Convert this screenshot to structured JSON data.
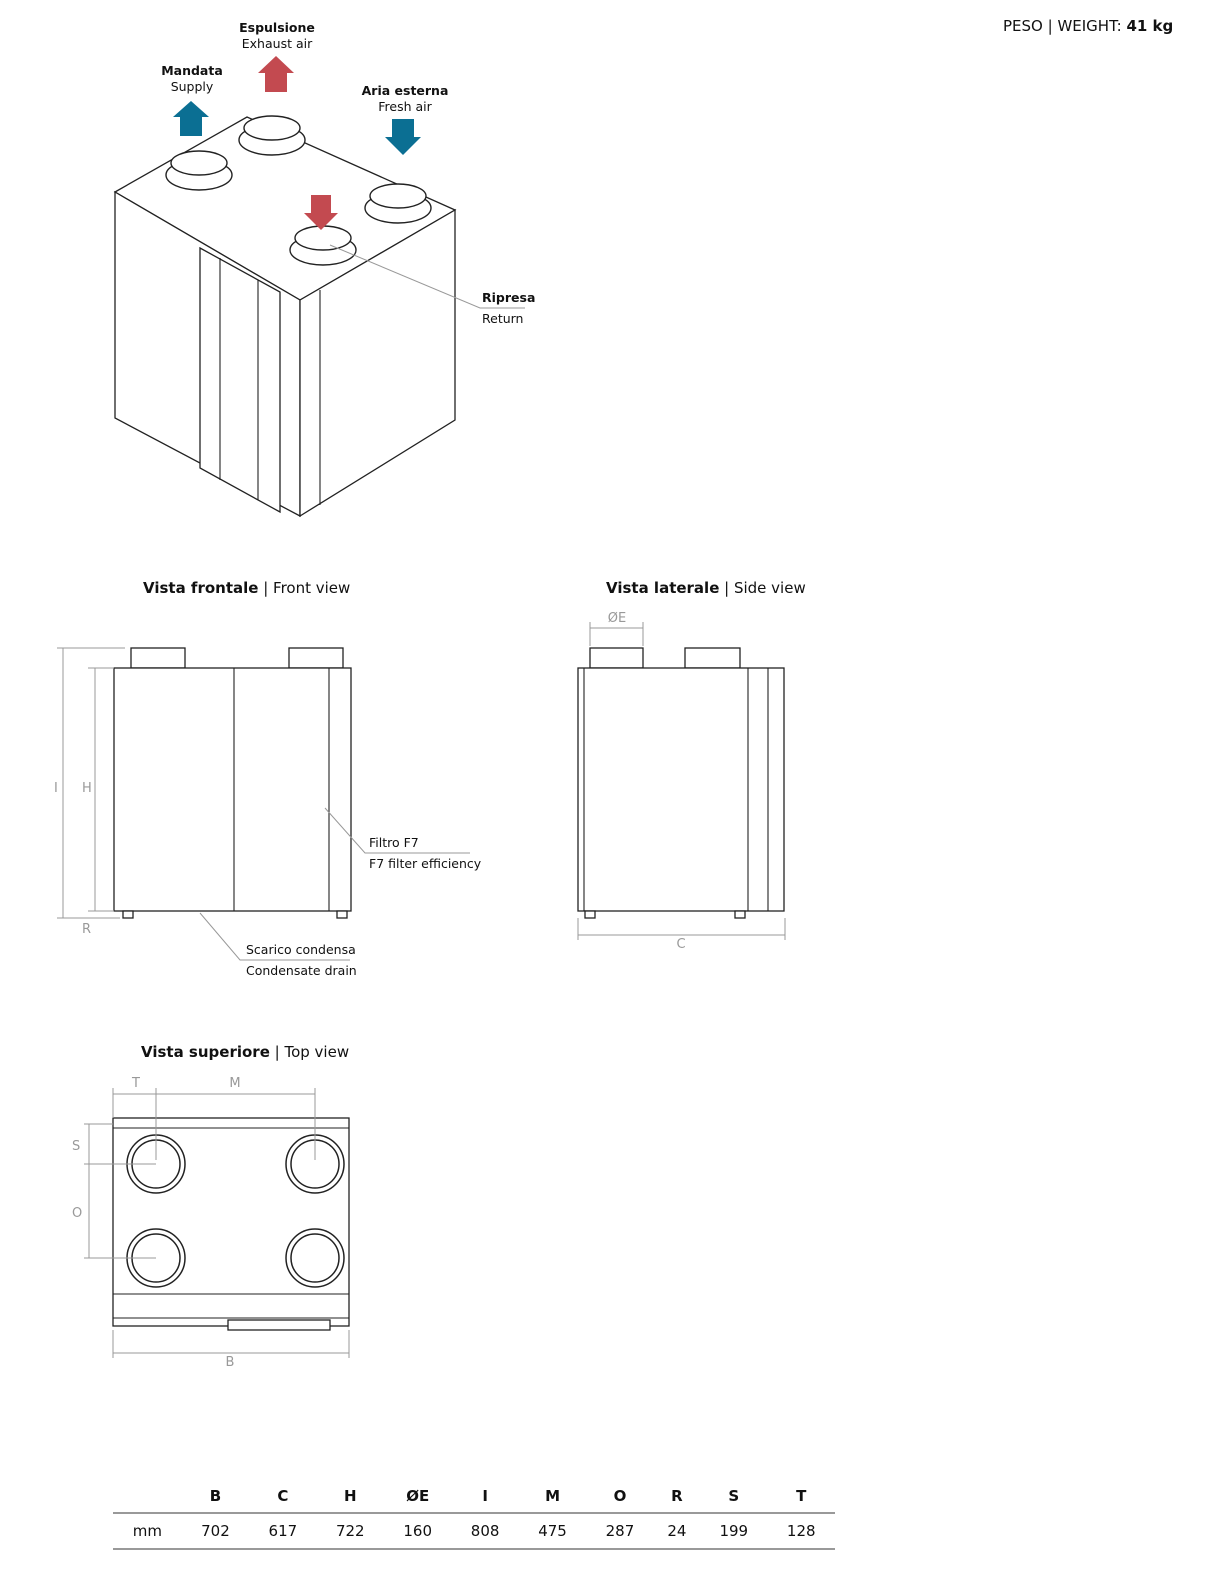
{
  "weight": {
    "label": "PESO | WEIGHT:",
    "value": "41 kg"
  },
  "iso_labels": {
    "exhaust": {
      "it": "Espulsione",
      "en": "Exhaust air"
    },
    "supply": {
      "it": "Mandata",
      "en": "Supply"
    },
    "fresh": {
      "it": "Aria esterna",
      "en": "Fresh air"
    },
    "return": {
      "it": "Ripresa",
      "en": "Return"
    }
  },
  "front_view": {
    "title_bold": "Vista frontale",
    "title_rest": " | Front view",
    "filter": {
      "it": "Filtro F7",
      "en": "F7 filter efficiency"
    },
    "drain": {
      "it": "Scarico condensa",
      "en": "Condensate drain"
    },
    "dims": {
      "I": "I",
      "H": "H",
      "R": "R"
    }
  },
  "side_view": {
    "title_bold": "Vista laterale",
    "title_rest": " | Side view",
    "dims": {
      "E": "ØE",
      "C": "C"
    }
  },
  "top_view": {
    "title_bold": "Vista superiore",
    "title_rest": " | Top view",
    "dims": {
      "T": "T",
      "M": "M",
      "S": "S",
      "O": "O",
      "B": "B"
    }
  },
  "colors": {
    "red": "#c34a50",
    "blue": "#0b6f93"
  },
  "dimensions_table": {
    "headers": [
      "",
      "B",
      "C",
      "H",
      "ØE",
      "I",
      "M",
      "O",
      "R",
      "S",
      "T"
    ],
    "row": [
      "mm",
      "702",
      "617",
      "722",
      "160",
      "808",
      "475",
      "287",
      "24",
      "199",
      "128"
    ]
  }
}
